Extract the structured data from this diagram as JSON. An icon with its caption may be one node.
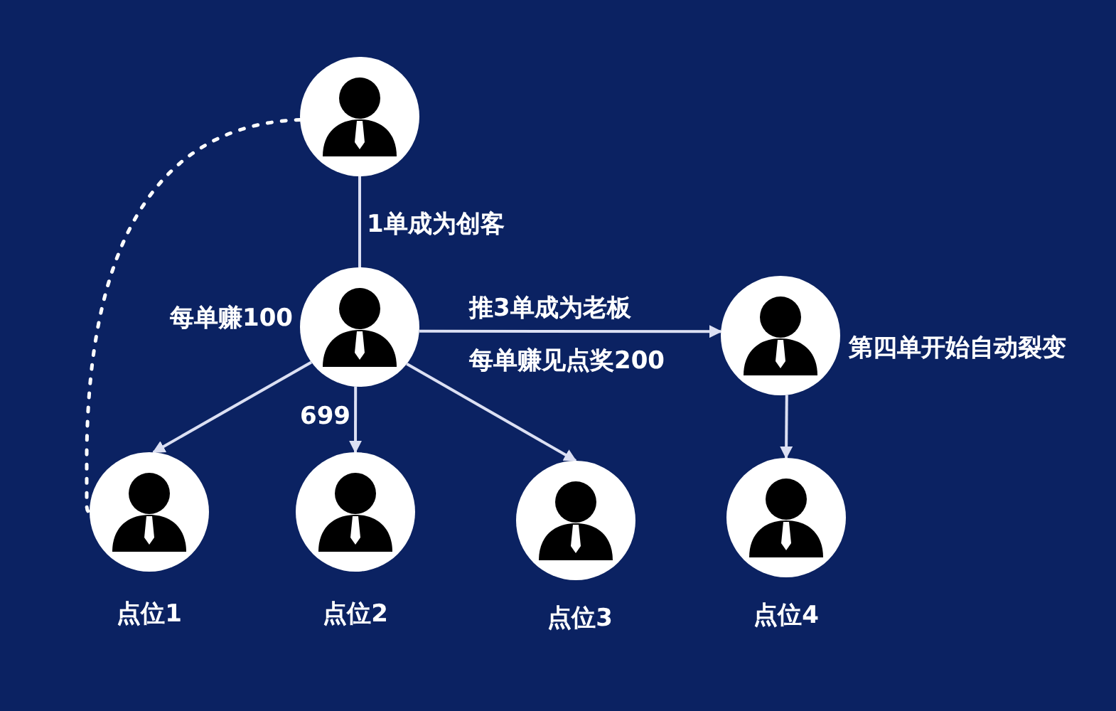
{
  "diagram": {
    "nodes": [
      {
        "text": [],
        "shape": "person"
      },
      {
        "text": [],
        "shape": "person",
        "beside": [
          "每单赚100"
        ]
      },
      {
        "text": [],
        "shape": "person",
        "beside": [
          "第四单开始自动裂变"
        ]
      },
      {
        "text": [],
        "shape": "person",
        "beside": [
          "点位1"
        ]
      },
      {
        "text": [],
        "shape": "person",
        "beside": [
          "点位2"
        ]
      },
      {
        "text": [],
        "shape": "person",
        "beside": [
          "点位3"
        ]
      },
      {
        "text": [],
        "shape": "person",
        "beside": [
          "点位4"
        ]
      }
    ],
    "edges": [
      {
        "from": 0,
        "to": 1,
        "arrow": "none",
        "label": "1单成为创客"
      },
      {
        "from": 0,
        "to": 3,
        "arrow": "none",
        "style": "dashed"
      },
      {
        "from": 1,
        "to": 3,
        "arrow": "to"
      },
      {
        "from": 1,
        "to": 4,
        "arrow": "to",
        "label": "699"
      },
      {
        "from": 1,
        "to": 5,
        "arrow": "to"
      },
      {
        "from": 1,
        "to": 2,
        "arrow": "to",
        "label": "推3单成为老板"
      },
      {
        "from": 2,
        "to": 6,
        "arrow": "to"
      }
    ],
    "labels": [
      "每单赚见点奖200"
    ]
  }
}
